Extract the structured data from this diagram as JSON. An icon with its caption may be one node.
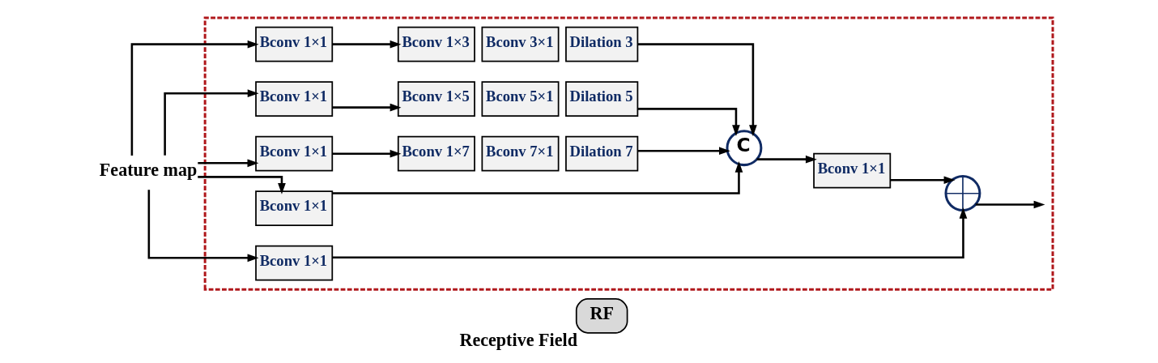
{
  "diagram": {
    "nodes": [
      {
        "text": [],
        "shape": "box"
      },
      {
        "text": [
          "Feature map"
        ]
      },
      {
        "text": [
          "Bconv 1×1"
        ],
        "in": 0
      },
      {
        "text": [
          "Bconv 1×3"
        ],
        "in": 0
      },
      {
        "text": [
          "Bconv 3×1"
        ],
        "in": 0
      },
      {
        "text": [
          "Dilation 3"
        ],
        "in": 0
      },
      {
        "text": [
          "Bconv 1×1"
        ],
        "in": 0
      },
      {
        "text": [
          "Bconv 1×5"
        ],
        "in": 0
      },
      {
        "text": [
          "Bconv 5×1"
        ],
        "in": 0
      },
      {
        "text": [
          "Dilation 5"
        ],
        "in": 0
      },
      {
        "text": [
          "Bconv 1×1"
        ],
        "in": 0
      },
      {
        "text": [
          "Bconv 1×7"
        ],
        "in": 0
      },
      {
        "text": [
          "Bconv 7×1"
        ],
        "in": 0
      },
      {
        "text": [
          "Dilation 7"
        ],
        "in": 0
      },
      {
        "text": [
          "Bconv 1×1"
        ],
        "in": 0
      },
      {
        "text": [
          "Bconv 1×1"
        ],
        "in": 0
      },
      {
        "text": [
          "C"
        ],
        "in": 0
      },
      {
        "text": [
          "Bconv 1×1"
        ],
        "in": 0
      },
      {
        "text": [],
        "shape": "circle",
        "in": 0
      },
      {
        "text": [
          "RF"
        ],
        "beside": [
          "Receptive Field"
        ]
      }
    ],
    "edges": [
      {
        "from": 1,
        "to": 2,
        "arrow": "to"
      },
      {
        "from": 1,
        "to": 6,
        "arrow": "to"
      },
      {
        "from": 1,
        "to": 10,
        "arrow": "to"
      },
      {
        "from": 1,
        "to": 14,
        "arrow": "to"
      },
      {
        "from": 1,
        "to": 15,
        "arrow": "to"
      },
      {
        "from": 2,
        "to": 3,
        "arrow": "to"
      },
      {
        "from": 6,
        "to": 7,
        "arrow": "to"
      },
      {
        "from": 10,
        "to": 11,
        "arrow": "to"
      },
      {
        "from": 5,
        "to": 16,
        "arrow": "to"
      },
      {
        "from": 9,
        "to": 16,
        "arrow": "to"
      },
      {
        "from": 13,
        "to": 16,
        "arrow": "to"
      },
      {
        "from": 14,
        "to": 16,
        "arrow": "to"
      },
      {
        "from": 16,
        "to": 17,
        "arrow": "to"
      },
      {
        "from": 17,
        "to": 18,
        "arrow": "to"
      },
      {
        "from": 15,
        "to": 18,
        "arrow": "to"
      },
      {
        "from": 18,
        "to": null,
        "arrow": "to"
      }
    ]
  }
}
